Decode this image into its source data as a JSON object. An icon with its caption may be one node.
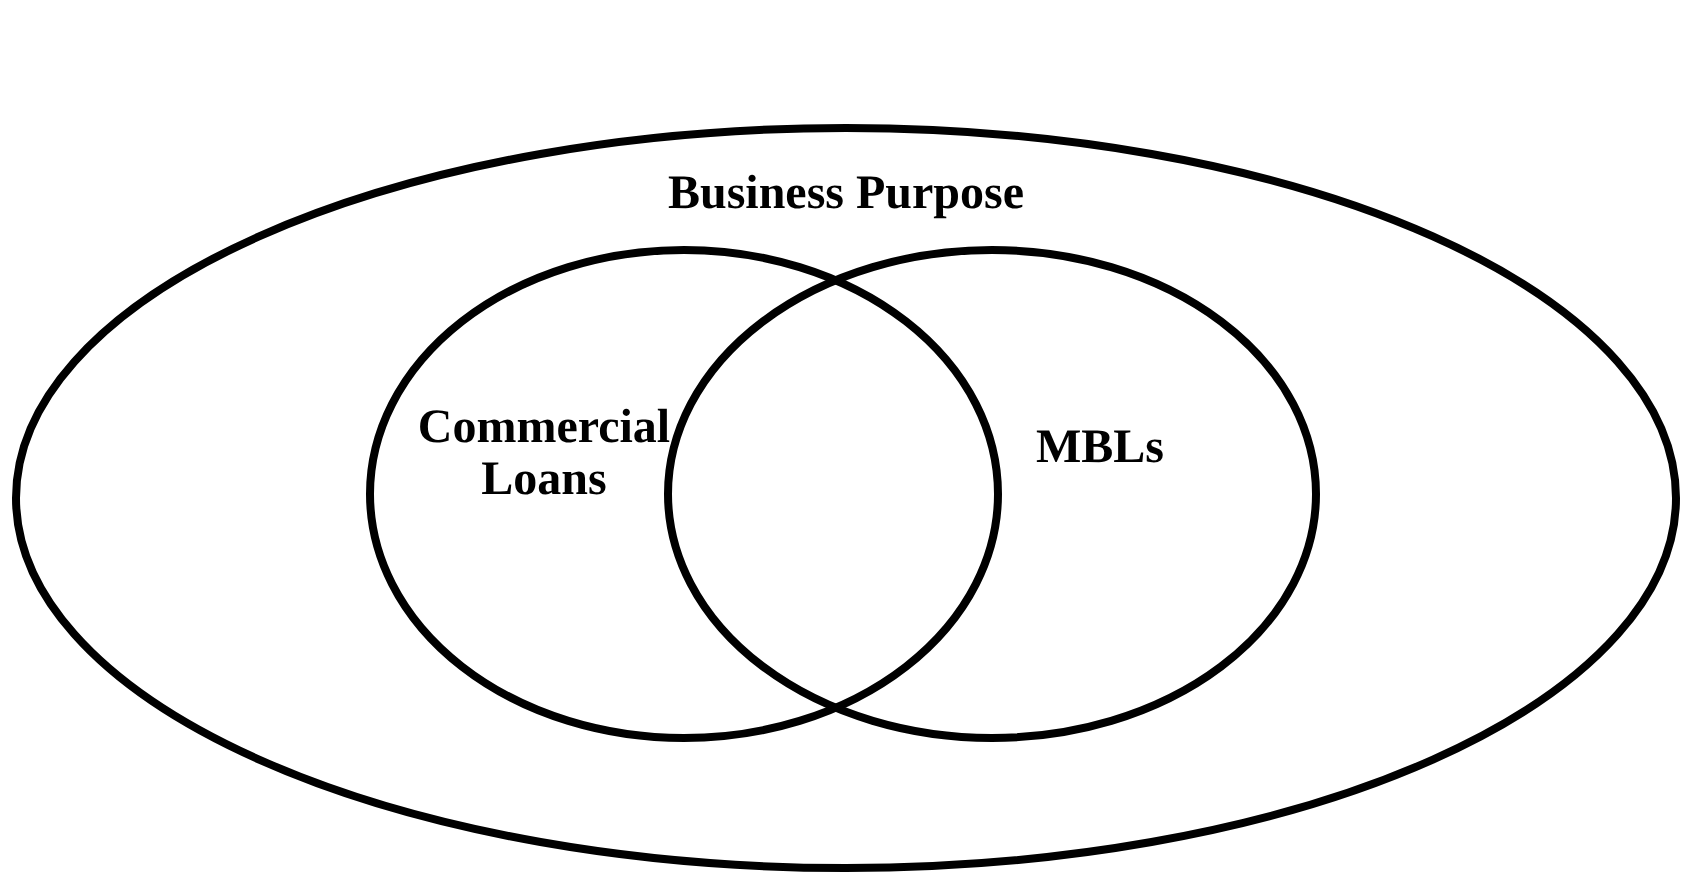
{
  "diagram": {
    "nodes": [
      {
        "text": [
          "Business Purpose"
        ]
      },
      {
        "text": [
          "Commercial Loans"
        ],
        "in": 0
      },
      {
        "text": [
          "MBLs"
        ],
        "in": 0
      }
    ]
  }
}
